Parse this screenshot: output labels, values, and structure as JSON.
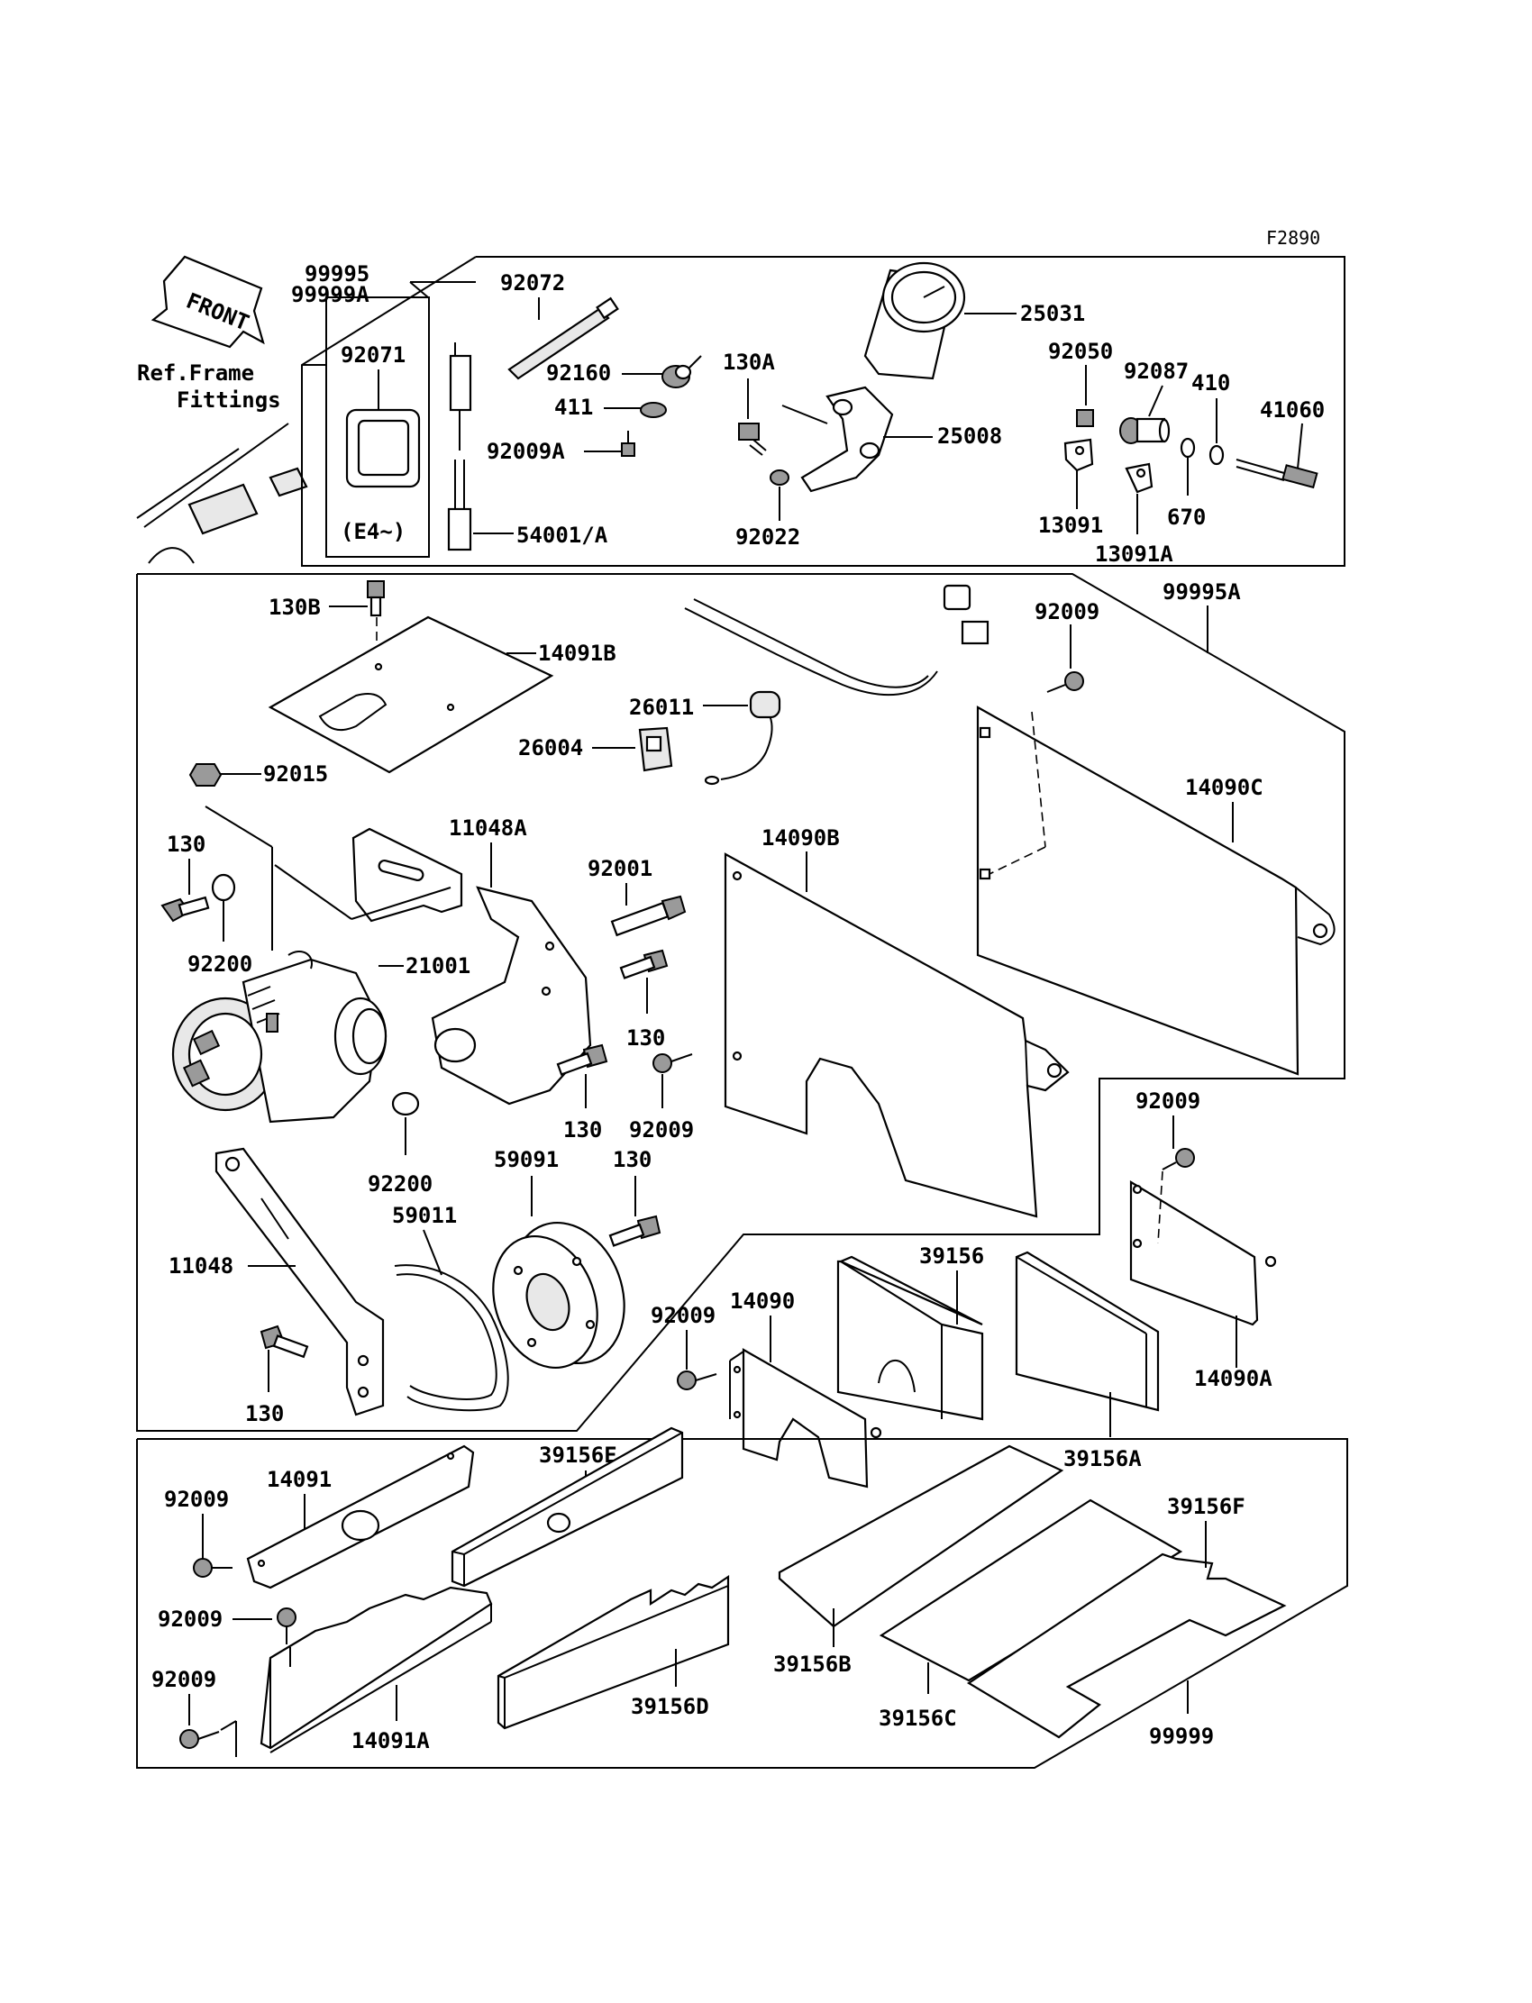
{
  "figure_code": "F2890",
  "front_label": "FRONT",
  "ref_frame_line1": "Ref.Frame",
  "ref_frame_line2": "Fittings",
  "note_e4": "(E4~)",
  "labels": {
    "l99995": "99995",
    "l99999A": "99999A",
    "l92072": "92072",
    "l92071": "92071",
    "l92160": "92160",
    "l130A": "130A",
    "l411": "411",
    "l92009A": "92009A",
    "l54001A": "54001/A",
    "l25031": "25031",
    "l25008": "25008",
    "l92022": "92022",
    "l92050": "92050",
    "l92087": "92087",
    "l410": "410",
    "l41060": "41060",
    "l13091": "13091",
    "l670": "670",
    "l13091A": "13091A",
    "l130B": "130B",
    "l14091B": "14091B",
    "l99995A": "99995A",
    "l92009_a": "92009",
    "l26011": "26011",
    "l26004": "26004",
    "l92015": "92015",
    "l14090C": "14090C",
    "l11048A": "11048A",
    "l14090B": "14090B",
    "l130_a": "130",
    "l92001": "92001",
    "l92200_a": "92200",
    "l21001": "21001",
    "l130_b": "130",
    "l130_c": "130",
    "l92009_b": "92009",
    "l92009_c": "92009",
    "l92200_b": "92200",
    "l59091": "59091",
    "l130_d": "130",
    "l59011": "59011",
    "l39156": "39156",
    "l11048": "11048",
    "l92009_d": "92009",
    "l14090": "14090",
    "l14090A": "14090A",
    "l130_e": "130",
    "l39156A": "39156A",
    "l39156E": "39156E",
    "l14091": "14091",
    "l92009_e": "92009",
    "l39156F": "39156F",
    "l92009_f": "92009",
    "l39156B": "39156B",
    "l92009_g": "92009",
    "l39156D": "39156D",
    "l14091A": "14091A",
    "l39156C": "39156C",
    "l99999": "99999"
  }
}
